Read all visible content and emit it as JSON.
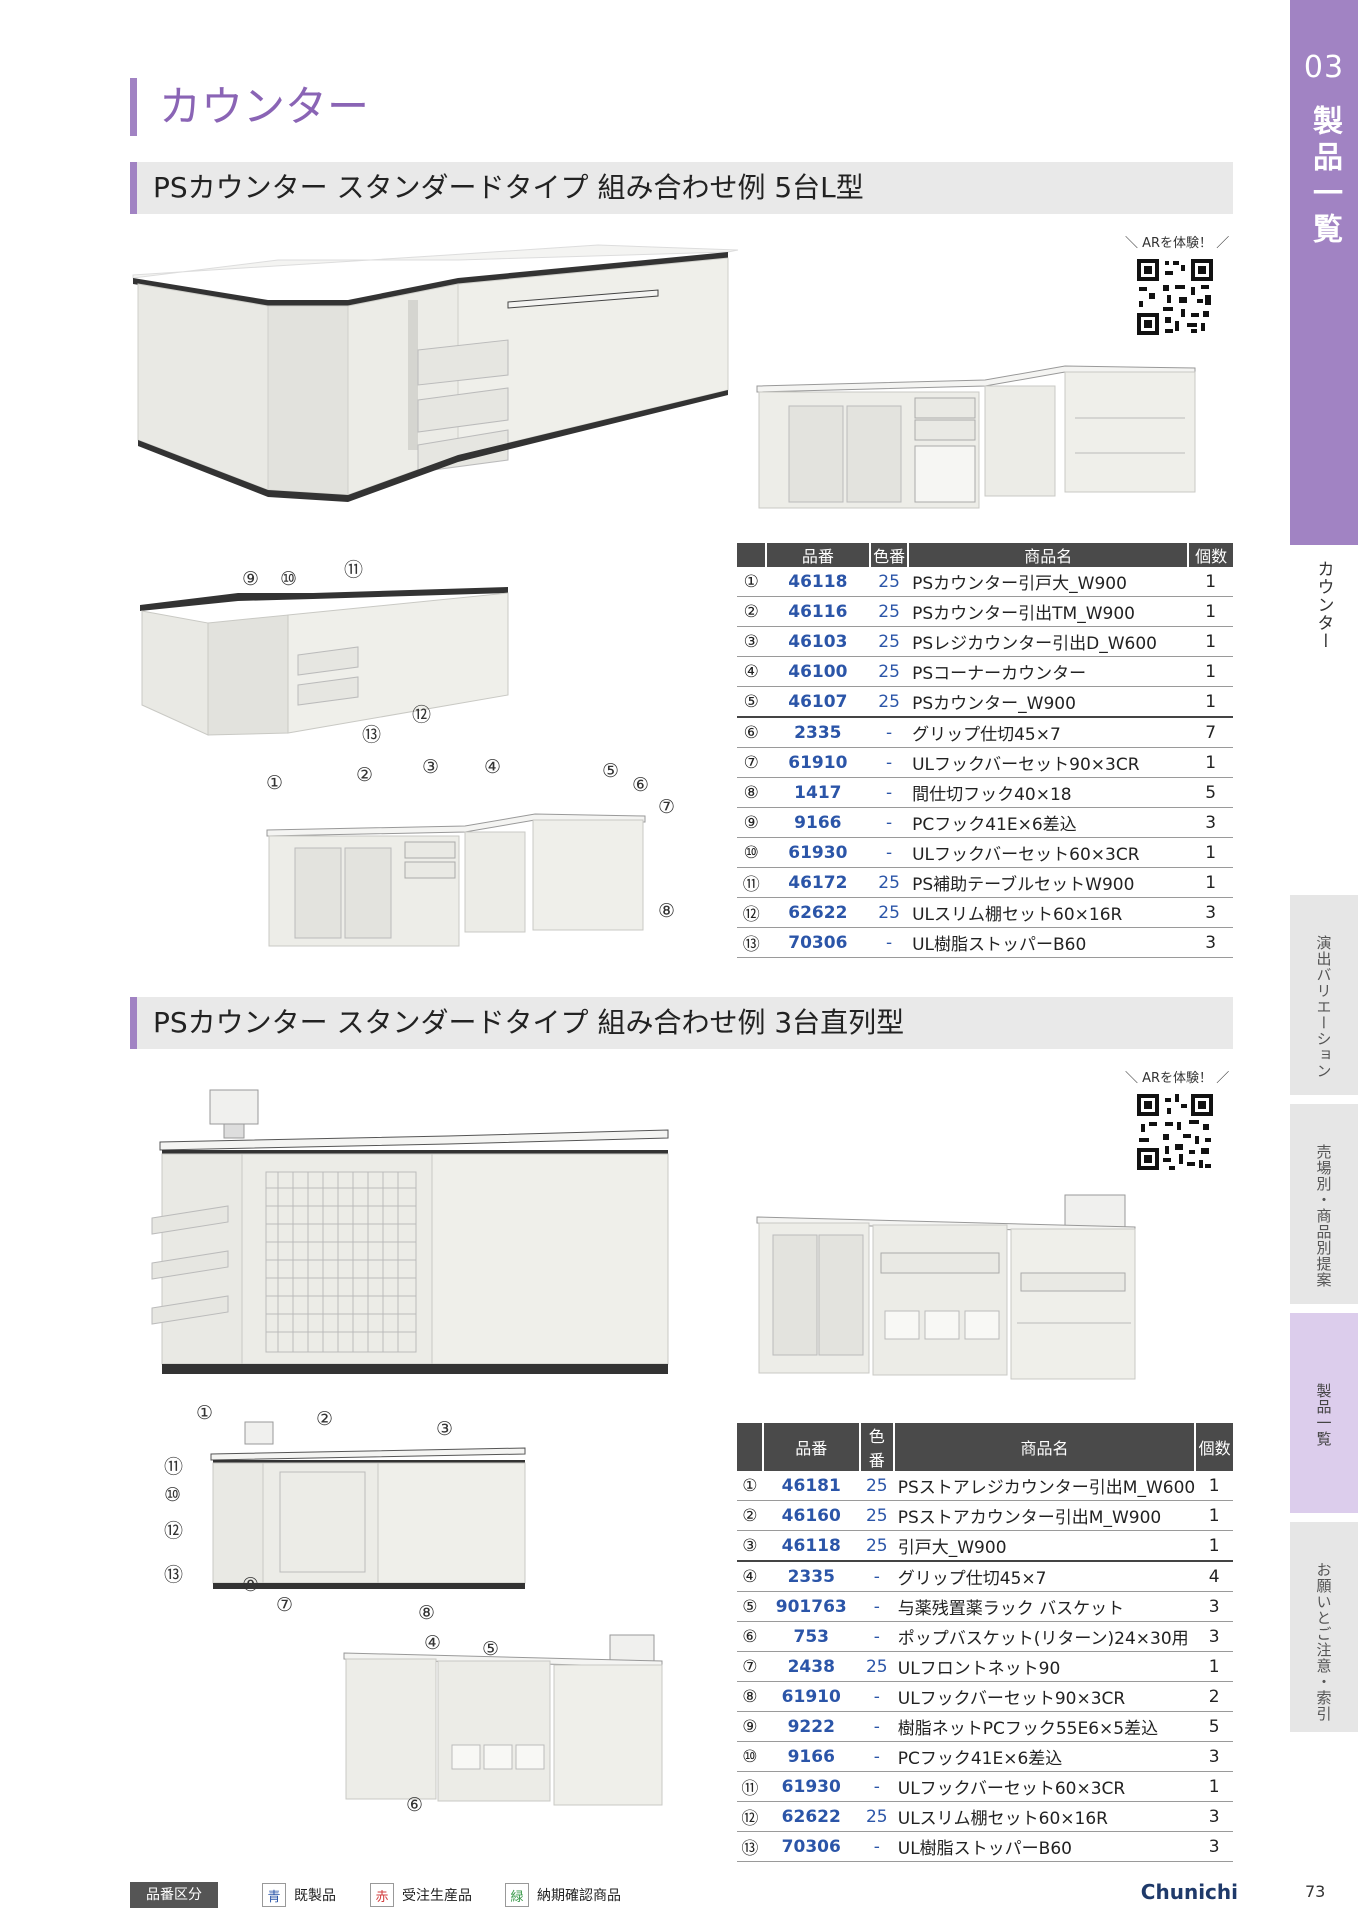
{
  "side_tab": {
    "number": "03",
    "label": "製品一覧",
    "sub": "カウンター"
  },
  "side_tabs_other": [
    "演出バリエーション",
    "売場別・商品別提案",
    "製品一覧",
    "お願いとご注意・索引"
  ],
  "title": "カウンター",
  "ar_label": "＼ ARを体験！ ／",
  "table_headers": {
    "code": "品番",
    "color": "色番",
    "name": "商品名",
    "qty": "個数"
  },
  "section1": {
    "heading": "PSカウンター スタンダードタイプ 組み合わせ例 5台L型",
    "callouts": [
      "①",
      "②",
      "③",
      "④",
      "⑤",
      "⑥",
      "⑦",
      "⑧",
      "⑨",
      "⑩",
      "⑪",
      "⑫",
      "⑬"
    ],
    "rows": [
      {
        "num": "①",
        "code": "46118",
        "color": "25",
        "name": "PSカウンター引戸大_W900",
        "qty": "1"
      },
      {
        "num": "②",
        "code": "46116",
        "color": "25",
        "name": "PSカウンター引出TM_W900",
        "qty": "1"
      },
      {
        "num": "③",
        "code": "46103",
        "color": "25",
        "name": "PSレジカウンター引出D_W600",
        "qty": "1"
      },
      {
        "num": "④",
        "code": "46100",
        "color": "25",
        "name": "PSコーナーカウンター",
        "qty": "1"
      },
      {
        "num": "⑤",
        "code": "46107",
        "color": "25",
        "name": "PSカウンター_W900",
        "qty": "1"
      },
      {
        "num": "⑥",
        "code": "2335",
        "color": "-",
        "name": "グリップ仕切45×7",
        "qty": "7"
      },
      {
        "num": "⑦",
        "code": "61910",
        "color": "-",
        "name": "ULフックバーセット90×3CR",
        "qty": "1"
      },
      {
        "num": "⑧",
        "code": "1417",
        "color": "-",
        "name": "間仕切フック40×18",
        "qty": "5"
      },
      {
        "num": "⑨",
        "code": "9166",
        "color": "-",
        "name": "PCフック41E×6差込",
        "qty": "3"
      },
      {
        "num": "⑩",
        "code": "61930",
        "color": "-",
        "name": "ULフックバーセット60×3CR",
        "qty": "1"
      },
      {
        "num": "⑪",
        "code": "46172",
        "color": "25",
        "name": "PS補助テーブルセットW900",
        "qty": "1"
      },
      {
        "num": "⑫",
        "code": "62622",
        "color": "25",
        "name": "ULスリム棚セット60×16R",
        "qty": "3"
      },
      {
        "num": "⑬",
        "code": "70306",
        "color": "-",
        "name": "UL樹脂ストッパーB60",
        "qty": "3"
      }
    ]
  },
  "section2": {
    "heading": "PSカウンター スタンダードタイプ 組み合わせ例 3台直列型",
    "callouts": [
      "①",
      "②",
      "③",
      "④",
      "⑤",
      "⑥",
      "⑦",
      "⑧",
      "⑨",
      "⑩",
      "⑪",
      "⑫",
      "⑬"
    ],
    "rows": [
      {
        "num": "①",
        "code": "46181",
        "color": "25",
        "name": "PSストアレジカウンター引出M_W600",
        "qty": "1"
      },
      {
        "num": "②",
        "code": "46160",
        "color": "25",
        "name": "PSストアカウンター引出M_W900",
        "qty": "1"
      },
      {
        "num": "③",
        "code": "46118",
        "color": "25",
        "name": "引戸大_W900",
        "qty": "1"
      },
      {
        "num": "④",
        "code": "2335",
        "color": "-",
        "name": "グリップ仕切45×7",
        "qty": "4"
      },
      {
        "num": "⑤",
        "code": "901763",
        "color": "-",
        "name": "与薬残置薬ラック バスケット",
        "qty": "3"
      },
      {
        "num": "⑥",
        "code": "753",
        "color": "-",
        "name": "ポップバスケット(リターン)24×30用",
        "qty": "3"
      },
      {
        "num": "⑦",
        "code": "2438",
        "color": "25",
        "name": "ULフロントネット90",
        "qty": "1"
      },
      {
        "num": "⑧",
        "code": "61910",
        "color": "-",
        "name": "ULフックバーセット90×3CR",
        "qty": "2"
      },
      {
        "num": "⑨",
        "code": "9222",
        "color": "-",
        "name": "樹脂ネットPCフック55E6×5差込",
        "qty": "5"
      },
      {
        "num": "⑩",
        "code": "9166",
        "color": "-",
        "name": "PCフック41E×6差込",
        "qty": "3"
      },
      {
        "num": "⑪",
        "code": "61930",
        "color": "-",
        "name": "ULフックバーセット60×3CR",
        "qty": "1"
      },
      {
        "num": "⑫",
        "code": "62622",
        "color": "25",
        "name": "ULスリム棚セット60×16R",
        "qty": "3"
      },
      {
        "num": "⑬",
        "code": "70306",
        "color": "-",
        "name": "UL樹脂ストッパーB60",
        "qty": "3"
      }
    ]
  },
  "legend": {
    "key": "品番区分",
    "items": [
      {
        "mark": "青",
        "label": "既製品",
        "color": "#2b55a8"
      },
      {
        "mark": "赤",
        "label": "受注生産品",
        "color": "#d23c3c"
      },
      {
        "mark": "緑",
        "label": "納期確認商品",
        "color": "#3a9a4a"
      }
    ]
  },
  "brand": "Chunichi",
  "page_number": "73"
}
